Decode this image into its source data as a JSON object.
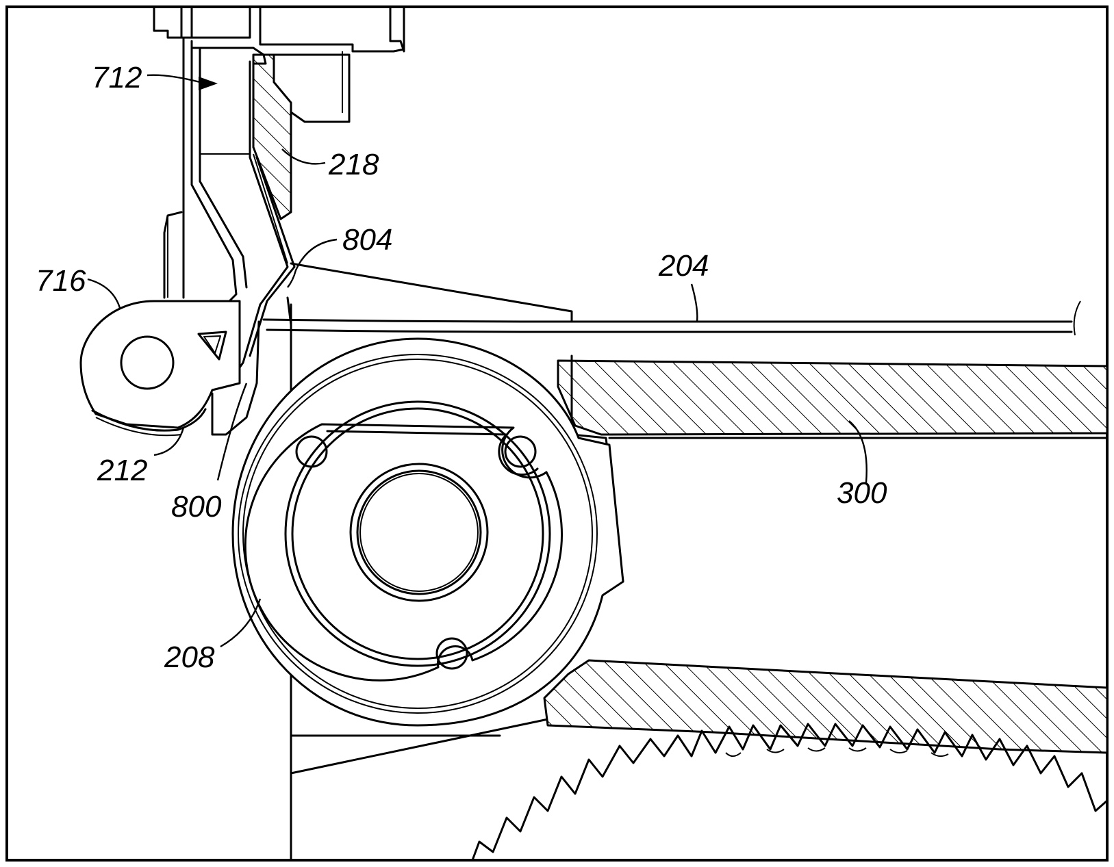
{
  "labels": {
    "l712": "712",
    "l218": "218",
    "l804": "804",
    "l204": "204",
    "l716": "716",
    "l300": "300",
    "l212": "212",
    "l800": "800",
    "l208": "208"
  },
  "colors": {
    "stroke": "#000000",
    "background": "#ffffff"
  }
}
